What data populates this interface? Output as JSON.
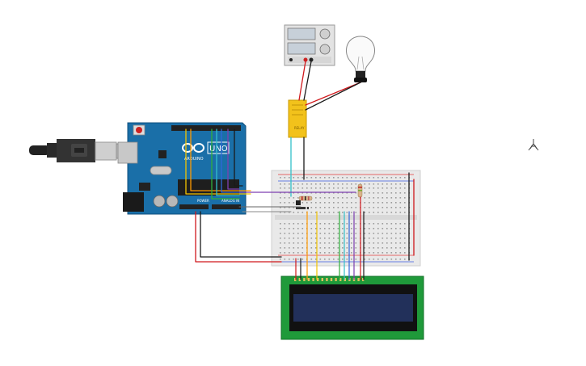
{
  "arduino": {
    "logo_text": "ARDUINO",
    "model": "UNO",
    "header_power": "POWER",
    "header_analog": "ANALOG IN"
  },
  "relay": {
    "label": "RELAY"
  },
  "colors": {
    "arduino_blue": "#1a6fa8",
    "wire_red": "#d0181c",
    "wire_black": "#1a1a1a",
    "wire_orange": "#ff9900",
    "wire_yellow": "#f2c400",
    "wire_green": "#2fae3a",
    "wire_cyan": "#33c1c9",
    "wire_blue": "#2f68d8",
    "wire_purple": "#7d3fb0",
    "lcd_pcb": "#1f9a3a",
    "lcd_screen": "#22305a",
    "relay_body": "#f2c21b",
    "breadboard": "#e9e9e9"
  },
  "icons": {
    "usb": "usb-cable-icon",
    "bulb": "light-bulb-icon",
    "cursor": "component-pointer-icon"
  }
}
